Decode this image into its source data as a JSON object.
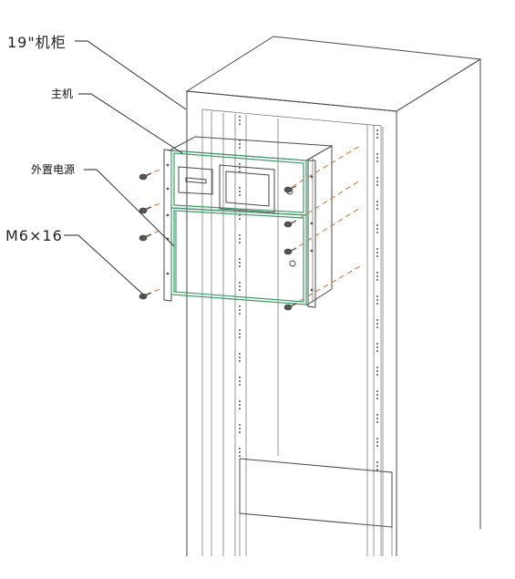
{
  "labels": {
    "cabinet": "19\"机柜",
    "host": "主机",
    "power_supply": "外置电源",
    "screw": "M6×16"
  },
  "colors": {
    "outline": "#4a4a4a",
    "assembly_highlight": "#3f9a6a",
    "screw_axis": "#c87840"
  }
}
